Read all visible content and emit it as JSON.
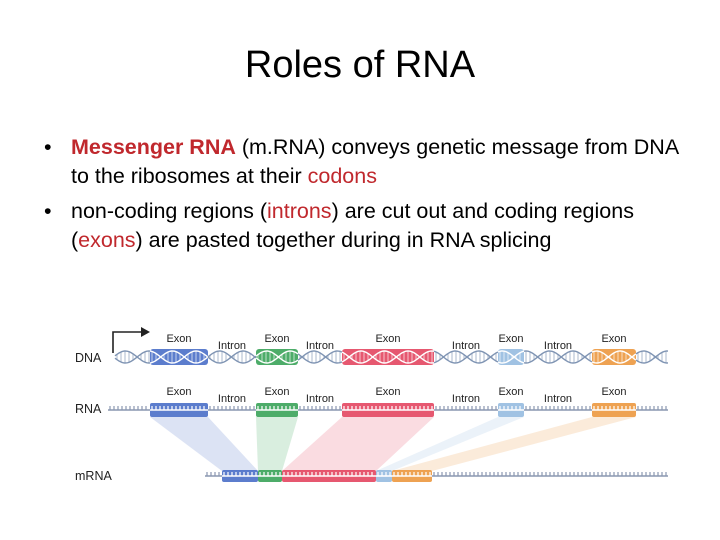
{
  "slide": {
    "title": "Roles of RNA"
  },
  "bullets": [
    {
      "bullet_char": "•",
      "term": "Messenger RNA",
      "p1": " (m.RNA) conveys genetic message from DNA to the ribosomes at their ",
      "term2": "codons",
      "p2": ""
    },
    {
      "bullet_char": "•",
      "p0": "non-coding regions (",
      "term": "introns",
      "p1": ") are cut out and coding regions (",
      "term2": "exons",
      "p2": ") are pasted together during in RNA splicing"
    }
  ],
  "diagram": {
    "row_labels": {
      "dna": "DNA",
      "rna": "RNA",
      "mrna": "mRNA"
    },
    "dna_segments": [
      {
        "label": "Exon",
        "type": "exon",
        "color": "#3f66c4"
      },
      {
        "label": "Intron",
        "type": "intron"
      },
      {
        "label": "Exon",
        "type": "exon",
        "color": "#2e9e4f"
      },
      {
        "label": "Intron",
        "type": "intron"
      },
      {
        "label": "Exon",
        "type": "exon",
        "color": "#e23b57"
      },
      {
        "label": "Intron",
        "type": "intron"
      },
      {
        "label": "Exon",
        "type": "exon",
        "color": "#8fb7de"
      },
      {
        "label": "Intron",
        "type": "intron"
      },
      {
        "label": "Exon",
        "type": "exon",
        "color": "#eb9234"
      }
    ],
    "rna_segments": [
      {
        "label": "Exon",
        "type": "exon",
        "color": "#3f66c4"
      },
      {
        "label": "Intron",
        "type": "intron"
      },
      {
        "label": "Exon",
        "type": "exon",
        "color": "#2e9e4f"
      },
      {
        "label": "Intron",
        "type": "intron"
      },
      {
        "label": "Exon",
        "type": "exon",
        "color": "#e23b57"
      },
      {
        "label": "Intron",
        "type": "intron"
      },
      {
        "label": "Exon",
        "type": "exon",
        "color": "#8fb7de"
      },
      {
        "label": "Intron",
        "type": "intron"
      },
      {
        "label": "Exon",
        "type": "exon",
        "color": "#eb9234"
      }
    ]
  }
}
